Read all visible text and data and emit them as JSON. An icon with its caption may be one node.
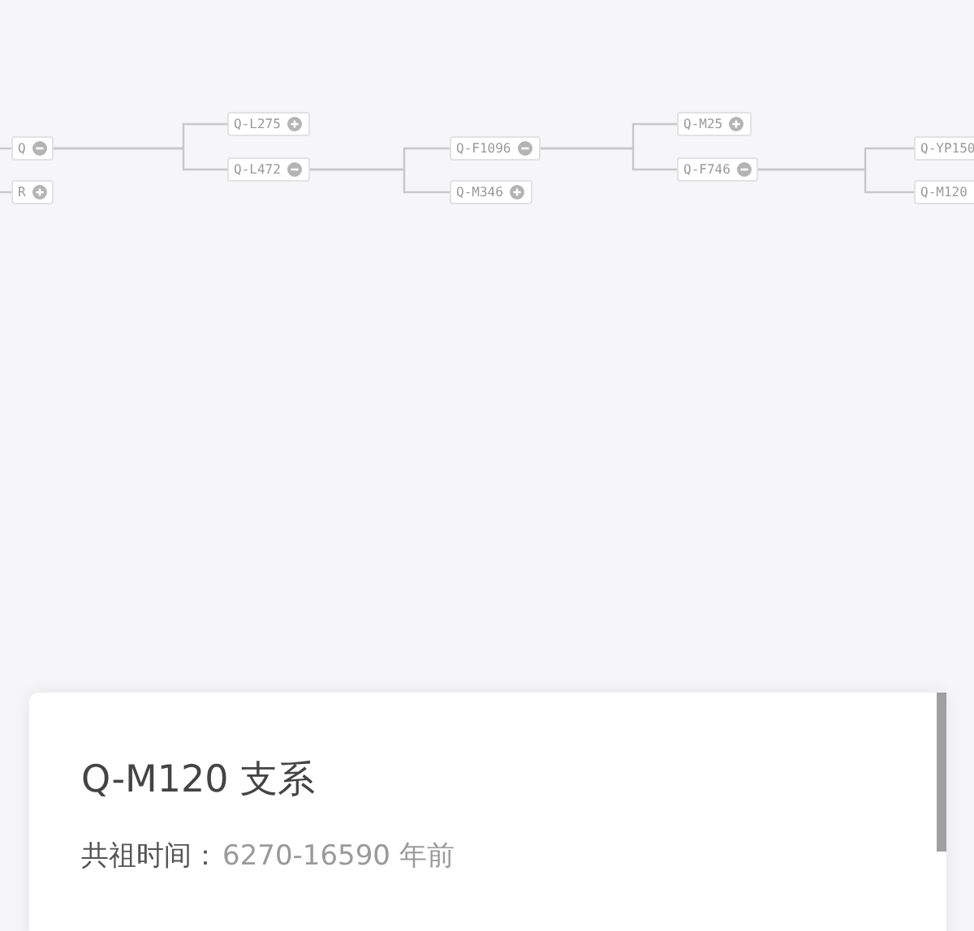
{
  "diagram": {
    "nodes": [
      {
        "text": [
          "Q"
        ]
      },
      {
        "text": [
          "R"
        ]
      },
      {
        "text": [
          "Q-L275"
        ]
      },
      {
        "text": [
          "Q-L472"
        ]
      },
      {
        "text": [
          "Q-F1096"
        ]
      },
      {
        "text": [
          "Q-M346"
        ]
      },
      {
        "text": [
          "Q-M25"
        ]
      },
      {
        "text": [
          "Q-F746"
        ]
      },
      {
        "text": [
          "Q-YP150"
        ]
      },
      {
        "text": [
          "Q-M120"
        ]
      },
      {
        "text": [
          "Q-M120 支系",
          "共祖时间：",
          "6270-16590 年前"
        ]
      }
    ],
    "edges": [
      {
        "from": null,
        "to": 0,
        "arrow": "none"
      },
      {
        "from": null,
        "to": 1,
        "arrow": "none"
      },
      {
        "from": 0,
        "to": 2,
        "arrow": "none"
      },
      {
        "from": 0,
        "to": 3,
        "arrow": "none"
      },
      {
        "from": 3,
        "to": 4,
        "arrow": "none"
      },
      {
        "from": 3,
        "to": 5,
        "arrow": "none"
      },
      {
        "from": 4,
        "to": 6,
        "arrow": "none"
      },
      {
        "from": 4,
        "to": 7,
        "arrow": "none"
      },
      {
        "from": 7,
        "to": 8,
        "arrow": "none"
      },
      {
        "from": 7,
        "to": 9,
        "arrow": "none"
      }
    ]
  }
}
